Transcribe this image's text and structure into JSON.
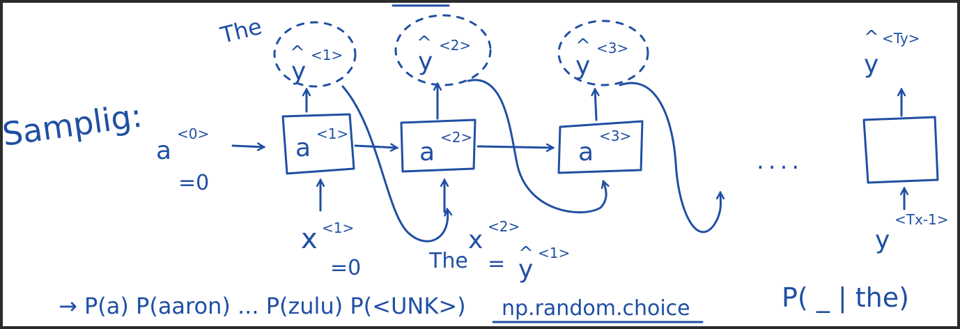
{
  "board": {
    "title": "Samplig:",
    "initial_activation": {
      "symbol": "a",
      "superscript": "<0>",
      "value": "=0"
    },
    "cells": [
      {
        "symbol": "a",
        "superscript": "<1>"
      },
      {
        "symbol": "a",
        "superscript": "<2>"
      },
      {
        "symbol": "a",
        "superscript": "<3>"
      }
    ],
    "outputs": [
      {
        "symbol": "y",
        "hat": "^",
        "superscript": "<1>",
        "sampled_word": "The"
      },
      {
        "symbol": "y",
        "hat": "^",
        "superscript": "<2>"
      },
      {
        "symbol": "y",
        "hat": "^",
        "superscript": "<3>"
      },
      {
        "symbol": "y",
        "hat": "^",
        "superscript": "<Ty>"
      }
    ],
    "inputs": [
      {
        "symbol": "x",
        "superscript": "<1>",
        "value": "=0"
      },
      {
        "symbol": "x",
        "superscript": "<2>",
        "equals": "=",
        "rhs_symbol": "y",
        "rhs_hat": "^",
        "rhs_superscript": "<1>",
        "word": "The"
      }
    ],
    "last_input": {
      "symbol": "y",
      "superscript": "<Tx-1>"
    },
    "ellipsis": "....",
    "bottom_left_formula": "→ P(a) P(aaron) ... P(zulu) P(<UNK>)",
    "bottom_middle_formula": "np.random.choice",
    "bottom_right_formula": "P( _ | the)"
  },
  "colors": {
    "ink": "#1f4fa3",
    "background": "#ffffff",
    "frame": "#2b2b2b"
  }
}
